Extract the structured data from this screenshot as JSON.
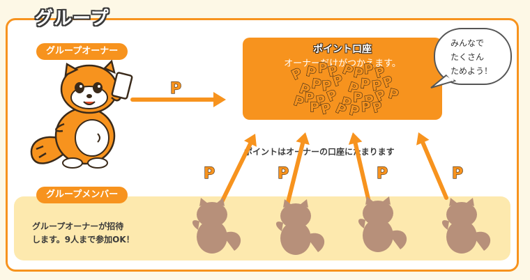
{
  "title": "グループ",
  "owner_label": "グループオーナー",
  "member_label": "グループメンバー",
  "account": {
    "title": "ポイント口座",
    "subtitle": "オーナーだけがつかえます。"
  },
  "bubble_text": "みんなで\nたくさん\nためよう！",
  "point_symbol": "P",
  "caption_middle": "ポイントはオーナーの口座にたまります",
  "caption_invite": "グループオーナーが招待\nします。9人まで参加OK！",
  "colors": {
    "accent": "#f7931e",
    "member_band": "#fde9ae",
    "silhouette": "#b7907a",
    "outline": "#3a2a1a"
  }
}
